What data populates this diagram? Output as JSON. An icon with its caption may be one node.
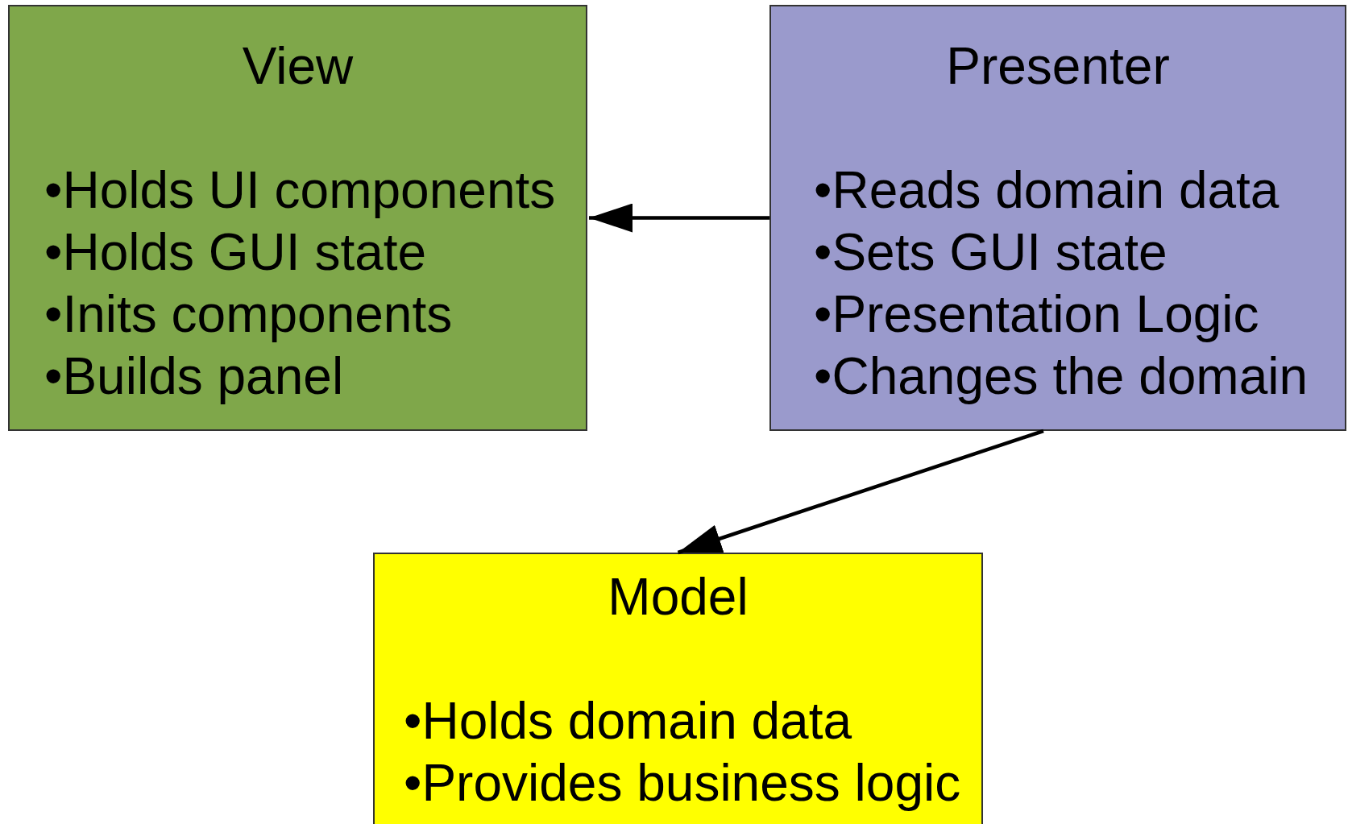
{
  "diagram": {
    "nodes": [
      {
        "text": [
          "View",
          "•Holds UI components",
          "•Holds GUI state",
          "•Inits components",
          "•Builds panel"
        ]
      },
      {
        "text": [
          "Presenter",
          "•Reads domain data",
          "•Sets GUI state",
          "•Presentation Logic",
          "•Changes the domain"
        ]
      },
      {
        "text": [
          "Model",
          "•Holds domain data",
          "•Provides business logic"
        ]
      }
    ],
    "edges": [
      {
        "from": 1,
        "to": 0,
        "arrow": "to"
      },
      {
        "from": 1,
        "to": 2,
        "arrow": "to"
      }
    ]
  }
}
